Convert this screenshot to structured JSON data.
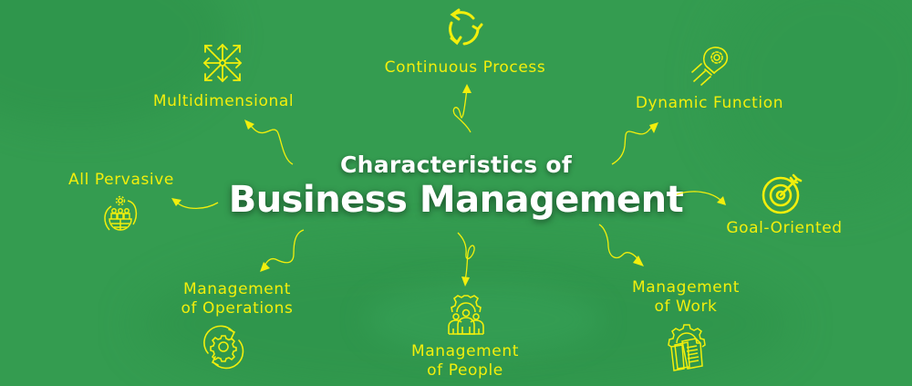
{
  "title": {
    "line1": "Characteristics of",
    "line2": "Business Management"
  },
  "colors": {
    "background": "#349c50",
    "accent": "#f2ef0c",
    "title_text": "#ffffff"
  },
  "characteristics": [
    {
      "id": "continuous-process",
      "label": "Continuous Process",
      "icon": "cycle-arrows-icon"
    },
    {
      "id": "multidimensional",
      "label": "Multidimensional",
      "icon": "expand-arrows-icon"
    },
    {
      "id": "dynamic-function",
      "label": "Dynamic Function",
      "icon": "gear-lightbulb-icon"
    },
    {
      "id": "all-pervasive",
      "label": "All Pervasive",
      "icon": "global-team-icon"
    },
    {
      "id": "goal-oriented",
      "label": "Goal-Oriented",
      "icon": "target-icon"
    },
    {
      "id": "management-of-operations",
      "label_line1": "Management",
      "label_line2": "of Operations",
      "icon": "gear-cycle-icon"
    },
    {
      "id": "management-of-people",
      "label_line1": "Management",
      "label_line2": "of People",
      "icon": "team-gear-icon"
    },
    {
      "id": "management-of-work",
      "label_line1": "Management",
      "label_line2": "of Work",
      "icon": "gear-documents-icon"
    }
  ]
}
